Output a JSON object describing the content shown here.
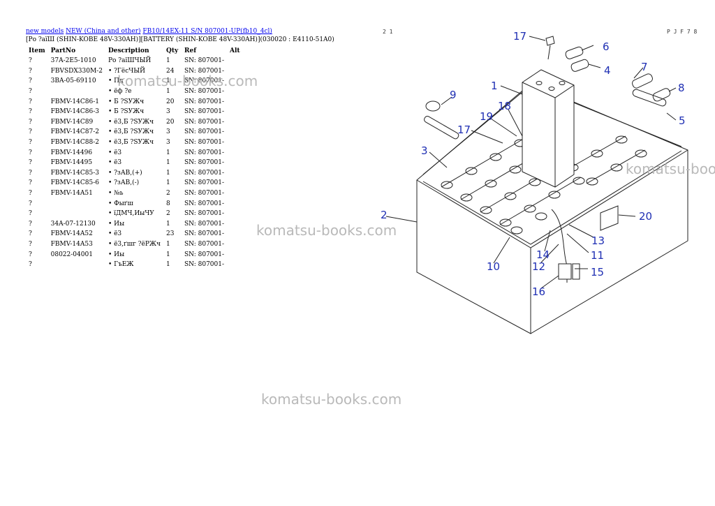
{
  "breadcrumb": {
    "links": [
      "new models",
      "NEW (China and other)",
      "FB10/14EX-11 S/N 807001-UP(fb10_4cl)"
    ]
  },
  "subtitle": "[Ро ?аїШ (SHIN-KOBE 48V-330AH)][BATTERY (SHIN-KOBE 48V-330AH)](030020 : E4110-51A0)",
  "page_codes": [
    "2 1",
    "P J F 7 8"
  ],
  "table": {
    "headers": [
      "Item",
      "PartNo",
      "Description",
      "Qty",
      "Ref",
      "Alt"
    ],
    "rows": [
      [
        "?",
        "37A-2E5-1010",
        "Ро ?аїШЧЫЙ",
        "1",
        "SN: 807001-",
        ""
      ],
      [
        "?",
        "FBVSDX330M-2",
        "• ?Гё­сЧЫЙ",
        "24",
        "SN: 807001-",
        ""
      ],
      [
        "?",
        "3BA-05-69110",
        "• Пд",
        "1",
        "SN: 807001-",
        ""
      ],
      [
        "?",
        "",
        "• ёф ?е",
        "1",
        "SN: 807001-",
        ""
      ],
      [
        "?",
        "FBMV-14C86-1",
        "• Б ?SУЖч",
        "20",
        "SN: 807001-",
        ""
      ],
      [
        "?",
        "FBMV-14C86-3",
        "• Б ?SУЖч",
        "3",
        "SN: 807001-",
        ""
      ],
      [
        "?",
        "FBMV-14C89",
        "• ё3,Б ?SУЖч",
        "20",
        "SN: 807001-",
        ""
      ],
      [
        "?",
        "FBMV-14C87-2",
        "• ё3,Б ?SУЖч",
        "3",
        "SN: 807001-",
        ""
      ],
      [
        "?",
        "FBMV-14C88-2",
        "• ё3,Б ?SУЖч",
        "3",
        "SN: 807001-",
        ""
      ],
      [
        "?",
        "FBMV-14496",
        "• ё3",
        "1",
        "SN: 807001-",
        ""
      ],
      [
        "?",
        "FBMV-14495",
        "• ё3",
        "1",
        "SN: 807001-",
        ""
      ],
      [
        "?",
        "FBMV-14C85-3",
        "• ?зАВ,(+)",
        "1",
        "SN: 807001-",
        ""
      ],
      [
        "?",
        "FBMV-14C85-6",
        "• ?зАВ,(-)",
        "1",
        "SN: 807001-",
        ""
      ],
      [
        "?",
        "FBMV-14A51",
        "• №ь",
        "2",
        "SN: 807001-",
        ""
      ],
      [
        "?",
        "",
        "• Фыґш",
        "8",
        "SN: 807001-",
        ""
      ],
      [
        "?",
        "",
        "• їДМЧ,ИыЧУ",
        "2",
        "SN: 807001-",
        ""
      ],
      [
        "?",
        "34A-07-12130",
        "• Иы",
        "1",
        "SN: 807001-",
        ""
      ],
      [
        "?",
        "FBMV-14A52",
        "• ё3",
        "23",
        "SN: 807001-",
        ""
      ],
      [
        "?",
        "FBMV-14A53",
        "• ё3,ґшг ?ёРЖч",
        "1",
        "SN: 807001-",
        ""
      ],
      [
        "?",
        "08022-04001",
        "• Иы",
        "1",
        "SN: 807001-",
        ""
      ],
      [
        "?",
        "",
        "• ГъЕЖ",
        "1",
        "SN: 807001-",
        ""
      ]
    ]
  },
  "watermarks": [
    "komatsu-books.com",
    "komatsu-books.com",
    "komatsu-books.com",
    "komatsu-books.com"
  ],
  "callouts": [
    "17",
    "6",
    "4",
    "1",
    "7",
    "8",
    "9",
    "18",
    "19",
    "17",
    "5",
    "3",
    "2",
    "20",
    "13",
    "14",
    "11",
    "10",
    "12",
    "15",
    "16"
  ],
  "colors": {
    "link": "#0000ee",
    "callout": "#1f2fb3",
    "watermark": "#b9b9b9"
  }
}
